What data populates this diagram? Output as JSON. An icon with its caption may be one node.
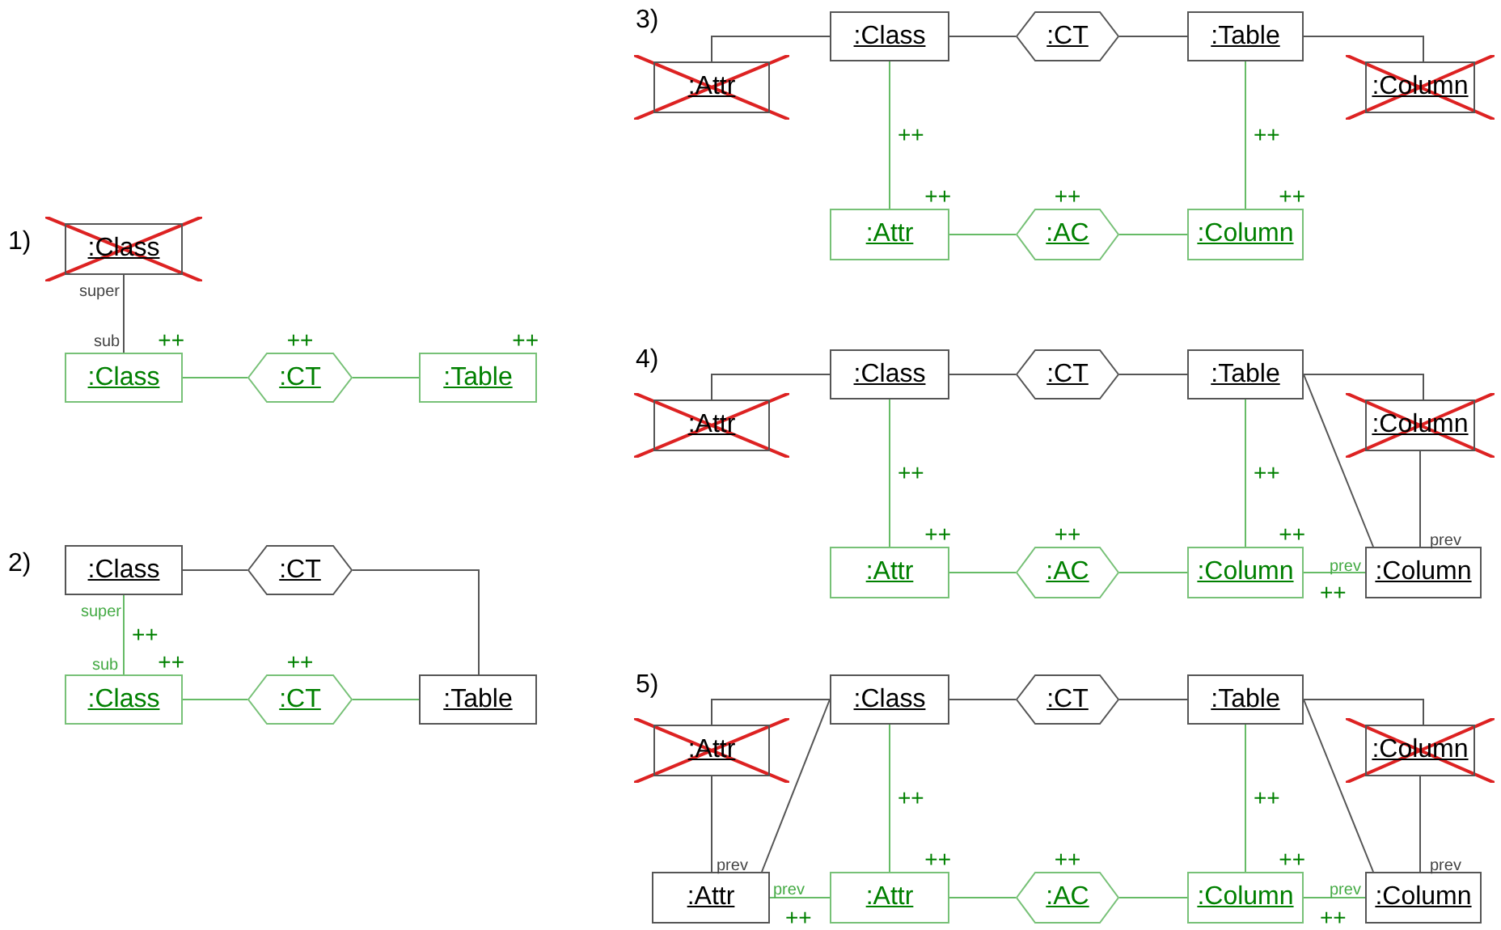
{
  "diagram": {
    "nodes": [
      {
        "text": [
          ":Class"
        ]
      },
      {
        "text": [
          ":Class"
        ],
        "beside": [
          "++"
        ]
      },
      {
        "text": [
          ":CT"
        ],
        "beside": [
          "++"
        ]
      },
      {
        "text": [
          ":Table"
        ],
        "beside": [
          "++"
        ]
      },
      {
        "text": [
          ":Class"
        ]
      },
      {
        "text": [
          ":CT"
        ]
      },
      {
        "text": [
          ":Class"
        ],
        "beside": [
          "++"
        ]
      },
      {
        "text": [
          ":CT"
        ],
        "beside": [
          "++"
        ]
      },
      {
        "text": [
          ":Table"
        ]
      },
      {
        "text": [
          ":Class"
        ]
      },
      {
        "text": [
          ":CT"
        ]
      },
      {
        "text": [
          ":Table"
        ]
      },
      {
        "text": [
          ":Attr"
        ]
      },
      {
        "text": [
          ":Column"
        ]
      },
      {
        "text": [
          ":Attr"
        ],
        "beside": [
          "++"
        ]
      },
      {
        "text": [
          ":AC"
        ],
        "beside": [
          "++"
        ]
      },
      {
        "text": [
          ":Column"
        ],
        "beside": [
          "++"
        ]
      },
      {
        "text": [
          ":Class"
        ]
      },
      {
        "text": [
          ":CT"
        ]
      },
      {
        "text": [
          ":Table"
        ]
      },
      {
        "text": [
          ":Attr"
        ]
      },
      {
        "text": [
          ":Column"
        ]
      },
      {
        "text": [
          ":Attr"
        ],
        "beside": [
          "++"
        ]
      },
      {
        "text": [
          ":AC"
        ],
        "beside": [
          "++"
        ]
      },
      {
        "text": [
          ":Column"
        ],
        "beside": [
          "++"
        ]
      },
      {
        "text": [
          ":Column"
        ]
      },
      {
        "text": [
          ":Class"
        ]
      },
      {
        "text": [
          ":CT"
        ]
      },
      {
        "text": [
          ":Table"
        ]
      },
      {
        "text": [
          ":Attr"
        ]
      },
      {
        "text": [
          ":Column"
        ]
      },
      {
        "text": [
          ":Attr"
        ]
      },
      {
        "text": [
          ":Attr"
        ],
        "beside": [
          "++"
        ]
      },
      {
        "text": [
          ":AC"
        ],
        "beside": [
          "++"
        ]
      },
      {
        "text": [
          ":Column"
        ],
        "beside": [
          "++"
        ]
      },
      {
        "text": [
          ":Column"
        ]
      }
    ],
    "edges": [
      {
        "from": 0,
        "to": 1,
        "arrow": "none"
      },
      {
        "from": 1,
        "to": 2,
        "arrow": "none",
        "color": "#66bb66"
      },
      {
        "from": 2,
        "to": 3,
        "arrow": "none",
        "color": "#66bb66"
      },
      {
        "from": 4,
        "to": 5,
        "arrow": "none"
      },
      {
        "from": 5,
        "to": 8,
        "arrow": "none"
      },
      {
        "from": 4,
        "to": 6,
        "arrow": "none",
        "label": "++",
        "color": "#66bb66"
      },
      {
        "from": 6,
        "to": 7,
        "arrow": "none",
        "color": "#66bb66"
      },
      {
        "from": 7,
        "to": 8,
        "arrow": "none",
        "color": "#66bb66"
      },
      {
        "from": 9,
        "to": 12,
        "arrow": "none"
      },
      {
        "from": 9,
        "to": 10,
        "arrow": "none"
      },
      {
        "from": 10,
        "to": 11,
        "arrow": "none"
      },
      {
        "from": 11,
        "to": 13,
        "arrow": "none"
      },
      {
        "from": 9,
        "to": 14,
        "arrow": "none",
        "label": "++",
        "color": "#66bb66"
      },
      {
        "from": 11,
        "to": 16,
        "arrow": "none",
        "label": "++",
        "color": "#66bb66"
      },
      {
        "from": 14,
        "to": 15,
        "arrow": "none",
        "color": "#66bb66"
      },
      {
        "from": 15,
        "to": 16,
        "arrow": "none",
        "color": "#66bb66"
      },
      {
        "from": 17,
        "to": 20,
        "arrow": "none"
      },
      {
        "from": 17,
        "to": 18,
        "arrow": "none"
      },
      {
        "from": 18,
        "to": 19,
        "arrow": "none"
      },
      {
        "from": 19,
        "to": 21,
        "arrow": "none"
      },
      {
        "from": 19,
        "to": 25,
        "arrow": "none"
      },
      {
        "from": 21,
        "to": 25,
        "arrow": "none"
      },
      {
        "from": 17,
        "to": 22,
        "arrow": "none",
        "label": "++",
        "color": "#66bb66"
      },
      {
        "from": 19,
        "to": 24,
        "arrow": "none",
        "label": "++",
        "color": "#66bb66"
      },
      {
        "from": 22,
        "to": 23,
        "arrow": "none",
        "color": "#66bb66"
      },
      {
        "from": 23,
        "to": 24,
        "arrow": "none",
        "color": "#66bb66"
      },
      {
        "from": 24,
        "to": 25,
        "arrow": "none",
        "label": "++",
        "color": "#66bb66"
      },
      {
        "from": 26,
        "to": 29,
        "arrow": "none"
      },
      {
        "from": 26,
        "to": 31,
        "arrow": "none"
      },
      {
        "from": 26,
        "to": 27,
        "arrow": "none"
      },
      {
        "from": 27,
        "to": 28,
        "arrow": "none"
      },
      {
        "from": 28,
        "to": 30,
        "arrow": "none"
      },
      {
        "from": 28,
        "to": 35,
        "arrow": "none"
      },
      {
        "from": 29,
        "to": 31,
        "arrow": "none"
      },
      {
        "from": 30,
        "to": 35,
        "arrow": "none"
      },
      {
        "from": 26,
        "to": 32,
        "arrow": "none",
        "label": "++",
        "color": "#66bb66"
      },
      {
        "from": 28,
        "to": 34,
        "arrow": "none",
        "label": "++",
        "color": "#66bb66"
      },
      {
        "from": 31,
        "to": 32,
        "arrow": "none",
        "label": "++",
        "color": "#66bb66"
      },
      {
        "from": 32,
        "to": 33,
        "arrow": "none",
        "color": "#66bb66"
      },
      {
        "from": 33,
        "to": 34,
        "arrow": "none",
        "color": "#66bb66"
      },
      {
        "from": 34,
        "to": 35,
        "arrow": "none",
        "label": "++",
        "color": "#66bb66"
      }
    ],
    "labels": [
      "1)",
      "super",
      "sub",
      "2)",
      "super",
      "sub",
      "3)",
      "4)",
      "prev",
      "prev",
      "5)",
      "prev",
      "prev",
      "prev",
      "prev"
    ]
  }
}
